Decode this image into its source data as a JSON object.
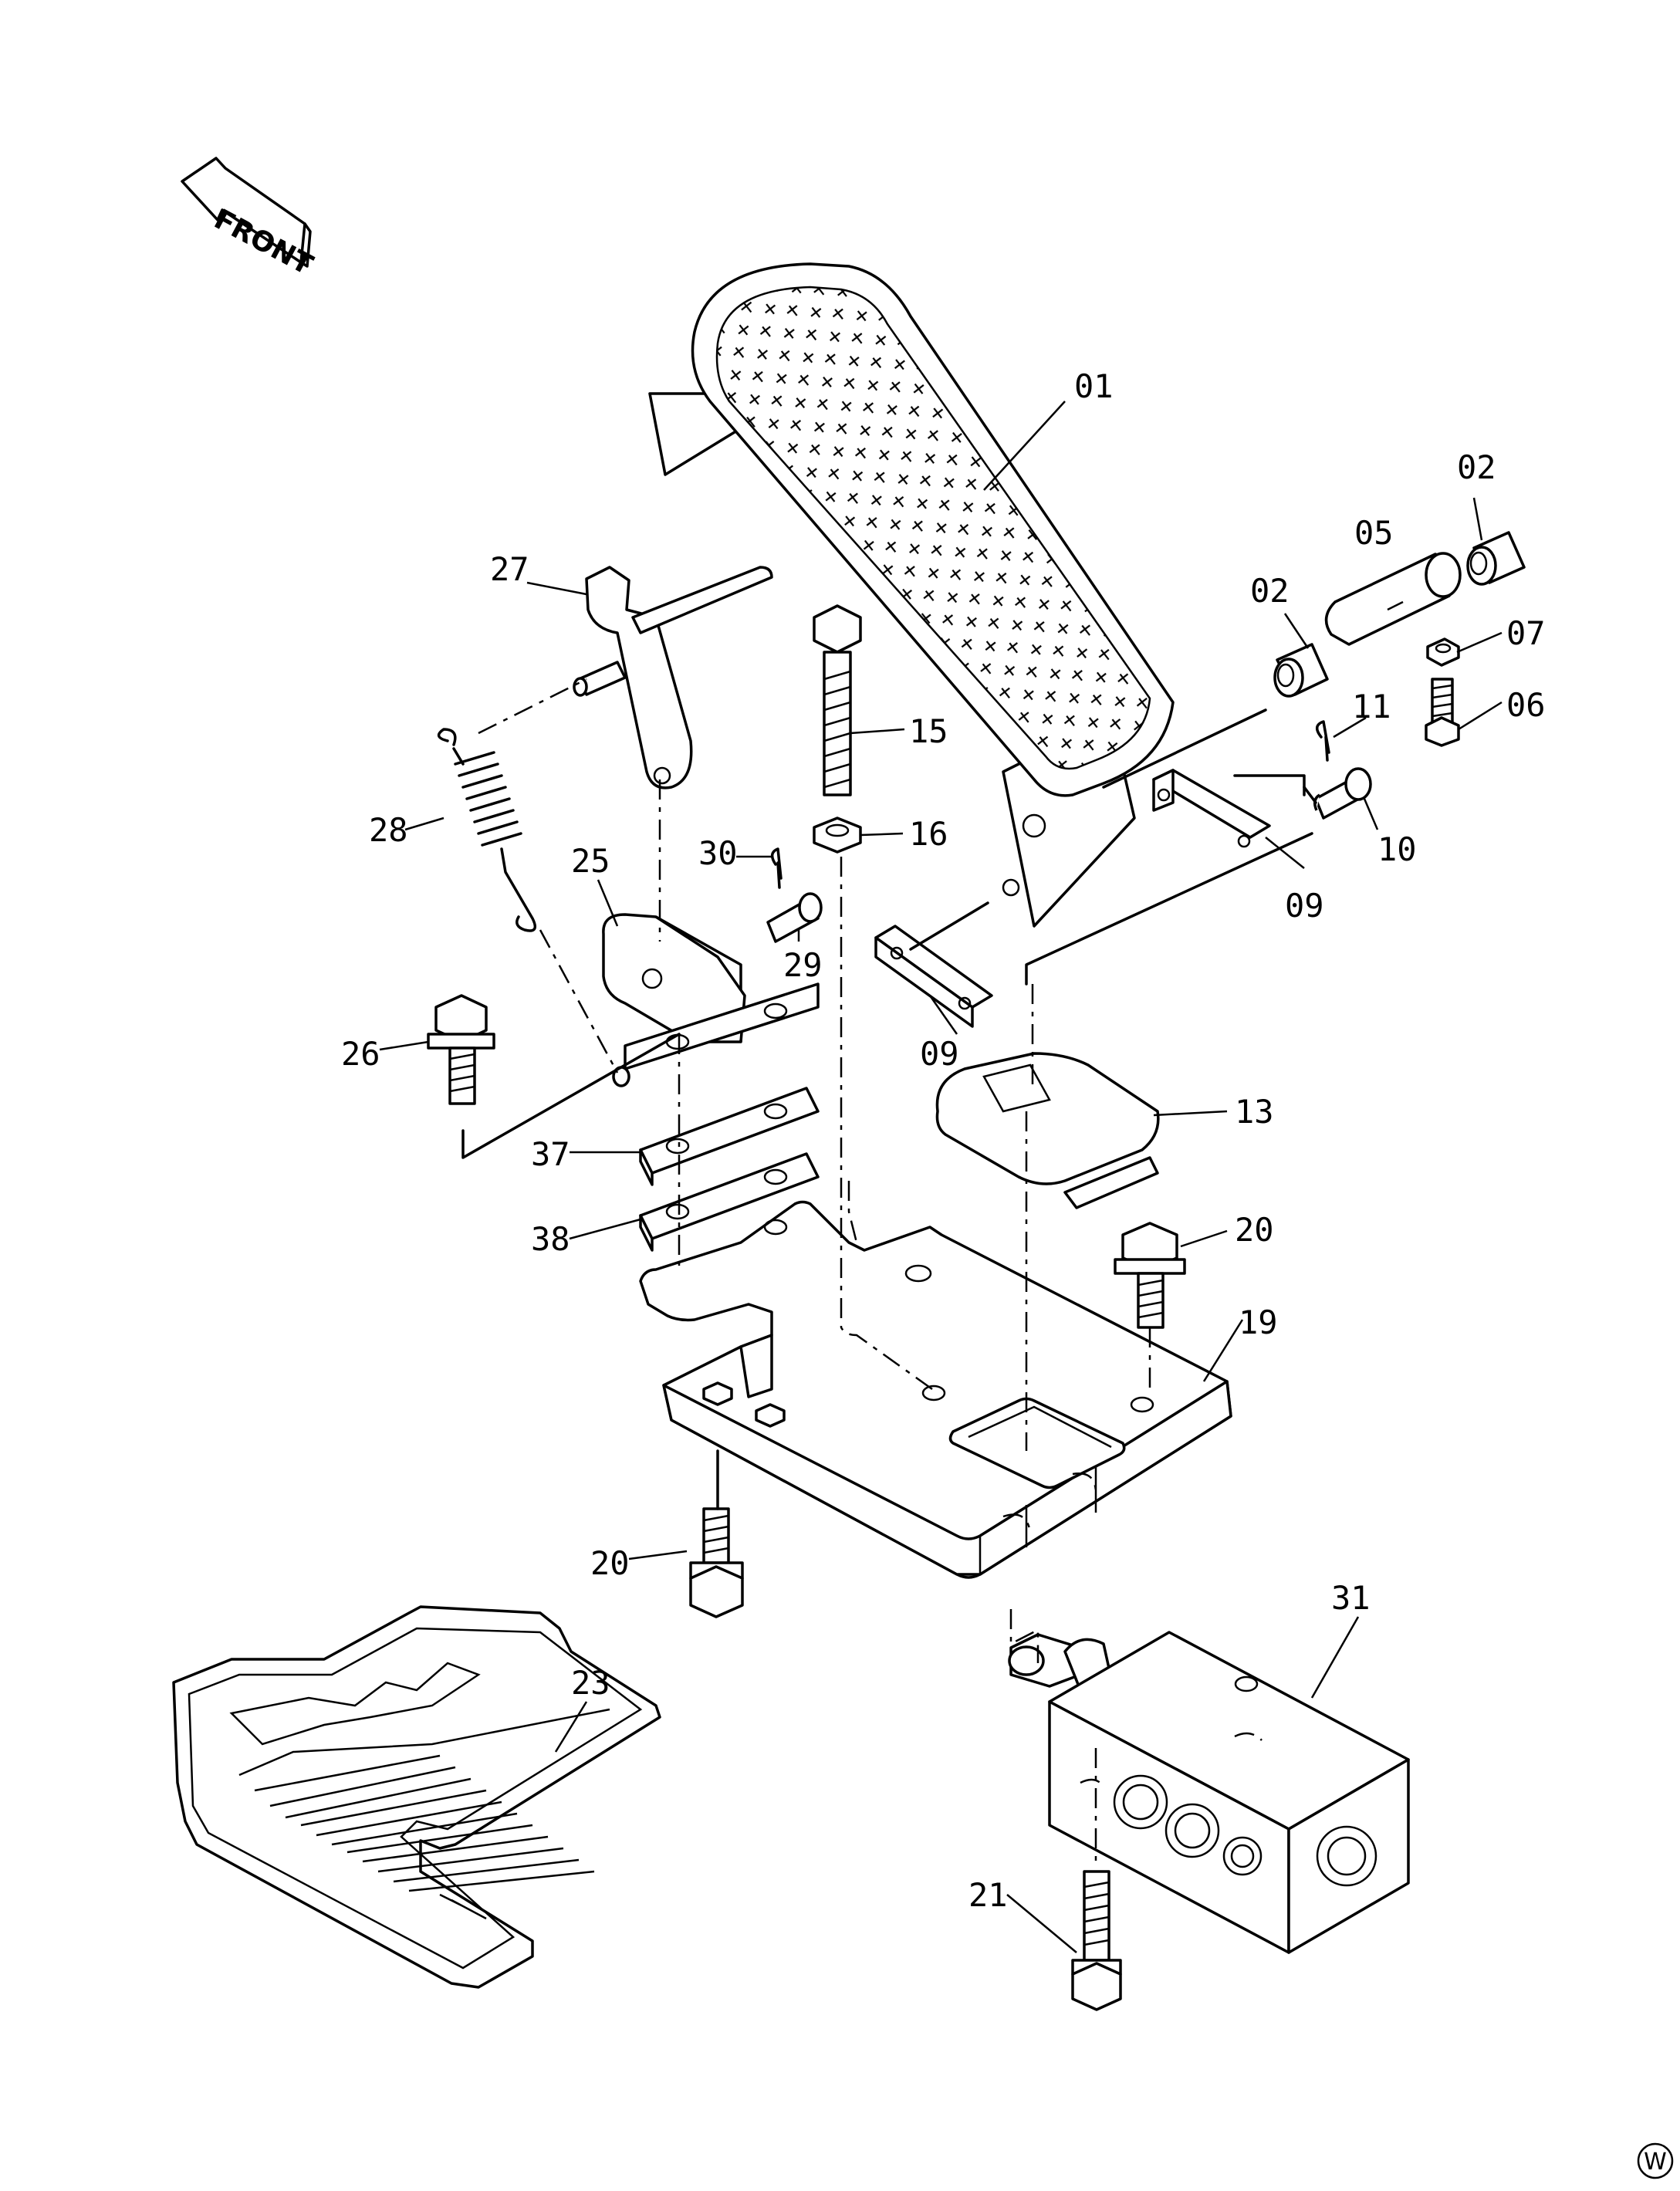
{
  "diagram": {
    "front_indicator": "FRONT",
    "corner_mark": "W",
    "callouts": [
      {
        "id": "c-01",
        "text": "01"
      },
      {
        "id": "c-02a",
        "text": "02"
      },
      {
        "id": "c-02b",
        "text": "02"
      },
      {
        "id": "c-05",
        "text": "05"
      },
      {
        "id": "c-07",
        "text": "07"
      },
      {
        "id": "c-06",
        "text": "06"
      },
      {
        "id": "c-11",
        "text": "11"
      },
      {
        "id": "c-10",
        "text": "10"
      },
      {
        "id": "c-09a",
        "text": "09"
      },
      {
        "id": "c-09b",
        "text": "09"
      },
      {
        "id": "c-27",
        "text": "27"
      },
      {
        "id": "c-15",
        "text": "15"
      },
      {
        "id": "c-16",
        "text": "16"
      },
      {
        "id": "c-28",
        "text": "28"
      },
      {
        "id": "c-30",
        "text": "30"
      },
      {
        "id": "c-25",
        "text": "25"
      },
      {
        "id": "c-29",
        "text": "29"
      },
      {
        "id": "c-26",
        "text": "26"
      },
      {
        "id": "c-13",
        "text": "13"
      },
      {
        "id": "c-37",
        "text": "37"
      },
      {
        "id": "c-38",
        "text": "38"
      },
      {
        "id": "c-20a",
        "text": "20"
      },
      {
        "id": "c-19",
        "text": "19"
      },
      {
        "id": "c-20b",
        "text": "20"
      },
      {
        "id": "c-31",
        "text": "31"
      },
      {
        "id": "c-23",
        "text": "23"
      },
      {
        "id": "c-21",
        "text": "21"
      }
    ]
  }
}
